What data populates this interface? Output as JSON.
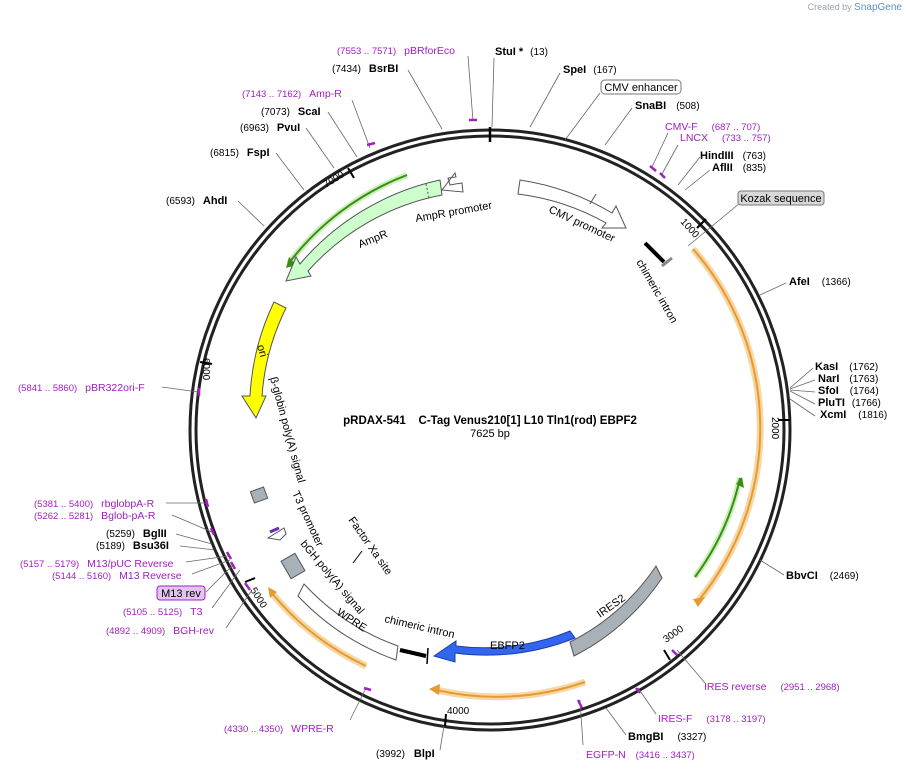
{
  "credit": {
    "prefix": "Created by",
    "brand": "SnapGene"
  },
  "title": "pRDAX-541    C-Tag Venus210[1] L10 Tln1(rod) EBPF2",
  "size": "7625 bp",
  "ticks": [
    "1000",
    "2000",
    "3000",
    "4000",
    "5000",
    "6000",
    "7000"
  ],
  "enzymes": [
    {
      "name": "StuI *",
      "pos": "(13)"
    },
    {
      "name": "SpeI",
      "pos": "(167)"
    },
    {
      "name": "SnaBI",
      "pos": "(508)"
    },
    {
      "name": "HindIII",
      "pos": "(763)"
    },
    {
      "name": "AflII",
      "pos": "(835)"
    },
    {
      "name": "AfeI",
      "pos": "(1366)"
    },
    {
      "name": "KasI",
      "pos": "(1762)"
    },
    {
      "name": "NarI",
      "pos": "(1763)"
    },
    {
      "name": "SfoI",
      "pos": "(1764)"
    },
    {
      "name": "PluTI",
      "pos": "(1766)"
    },
    {
      "name": "XcmI",
      "pos": "(1816)"
    },
    {
      "name": "BbvCI",
      "pos": "(2469)"
    },
    {
      "name": "BmgBI",
      "pos": "(3327)"
    },
    {
      "name": "BlpI",
      "pos": "(3992)"
    },
    {
      "name": "Bsu36I",
      "pos": "(5189)"
    },
    {
      "name": "BglII",
      "pos": "(5259)"
    },
    {
      "name": "AhdI",
      "pos": "(6593)"
    },
    {
      "name": "FspI",
      "pos": "(6815)"
    },
    {
      "name": "PvuI",
      "pos": "(6963)"
    },
    {
      "name": "ScaI",
      "pos": "(7073)"
    },
    {
      "name": "BsrBI",
      "pos": "(7434)"
    }
  ],
  "primers": [
    {
      "name": "pBRforEco",
      "range": "(7553 .. 7571)"
    },
    {
      "name": "Amp-R",
      "range": "(7143 .. 7162)"
    },
    {
      "name": "CMV-F",
      "range": "(687 .. 707)"
    },
    {
      "name": "LNCX",
      "range": "(733 .. 757)"
    },
    {
      "name": "pBR322ori-F",
      "range": "(5841 .. 5860)"
    },
    {
      "name": "rbglobpA-R",
      "range": "(5381 .. 5400)"
    },
    {
      "name": "Bglob-pA-R",
      "range": "(5262 .. 5281)"
    },
    {
      "name": "M13/pUC Reverse",
      "range": "(5157 .. 5179)"
    },
    {
      "name": "M13 Reverse",
      "range": "(5144 .. 5160)"
    },
    {
      "name": "T3",
      "range": "(5105 .. 5125)"
    },
    {
      "name": "BGH-rev",
      "range": "(4892 .. 4909)"
    },
    {
      "name": "WPRE-R",
      "range": "(4330 .. 4350)"
    },
    {
      "name": "EGFP-N",
      "range": "(3416 .. 3437)"
    },
    {
      "name": "IRES-F",
      "range": "(3178 .. 3197)"
    },
    {
      "name": "IRES reverse",
      "range": "(2951 .. 2968)"
    }
  ],
  "boxed": {
    "cmv_enhancer": "CMV enhancer",
    "kozak": "Kozak sequence",
    "m13rev": "M13 rev"
  },
  "features": {
    "cmv_promoter": "CMV promoter",
    "chimeric_intron_top": "chimeric intron",
    "ampr": "AmpR",
    "ampr_promoter": "AmpR promoter",
    "ori": "ori",
    "bglobin": "β-globin poly(A) signal",
    "t3_promoter": "T3 promoter",
    "factor_xa": "Factor Xa site",
    "bgh": "bGH poly(A) signal",
    "wpre": "WPRE",
    "chimeric_intron_bottom": "chimeric intron",
    "ebfp2": "EBFP2",
    "ires2": "IRES2"
  },
  "colors": {
    "primer": "#a020c0",
    "ampr": "#ccffcc",
    "ori": "#ffff00",
    "ebfp2": "#3366ee",
    "ires2": "#a8b0b8",
    "orf_orange": "#e69b2e",
    "orf_green": "#3c8c14",
    "promoter": "#ffffff"
  }
}
